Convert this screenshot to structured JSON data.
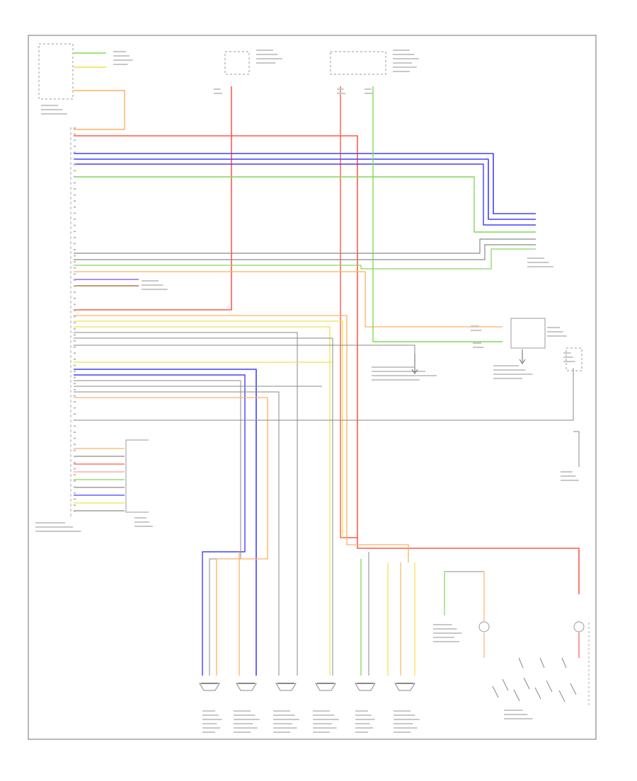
{
  "colors": {
    "red": "#ff5a4a",
    "orange": "#ffb060",
    "yellow": "#f2e04a",
    "green": "#7fd957",
    "blue": "#4040ff",
    "gray": "#8a8a8a",
    "violet": "#9a6ad0",
    "brown": "#b07a40",
    "pink": "#ff9aa8",
    "frame": "#888888"
  },
  "icons": [
    "ground-symbol",
    "speaker-symbol",
    "lamp-symbol",
    "switch-symbol",
    "connector-symbol"
  ]
}
